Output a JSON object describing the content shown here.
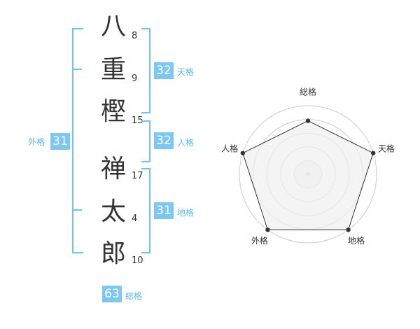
{
  "name_chars": [
    {
      "char": "八",
      "strokes": "8"
    },
    {
      "char": "重",
      "strokes": "9"
    },
    {
      "char": "樫",
      "strokes": "15"
    },
    {
      "char": "禅",
      "strokes": "17"
    },
    {
      "char": "太",
      "strokes": "4"
    },
    {
      "char": "郎",
      "strokes": "10"
    }
  ],
  "fortunes": {
    "tenkaku": {
      "value": "32",
      "label": "天格"
    },
    "jinkaku": {
      "value": "32",
      "label": "人格"
    },
    "chikaku": {
      "value": "31",
      "label": "地格"
    },
    "gaikaku": {
      "value": "31",
      "label": "外格"
    },
    "soukaku": {
      "value": "63",
      "label": "総格"
    }
  },
  "radar": {
    "axes": [
      "総格",
      "天格",
      "地格",
      "外格",
      "人格"
    ],
    "levels": 5,
    "values": [
      0.78,
      1.0,
      1.0,
      1.0,
      1.0
    ],
    "line_color": "#333333",
    "grid_color": "#cccccc",
    "fill_color": "#f0f0f0"
  }
}
